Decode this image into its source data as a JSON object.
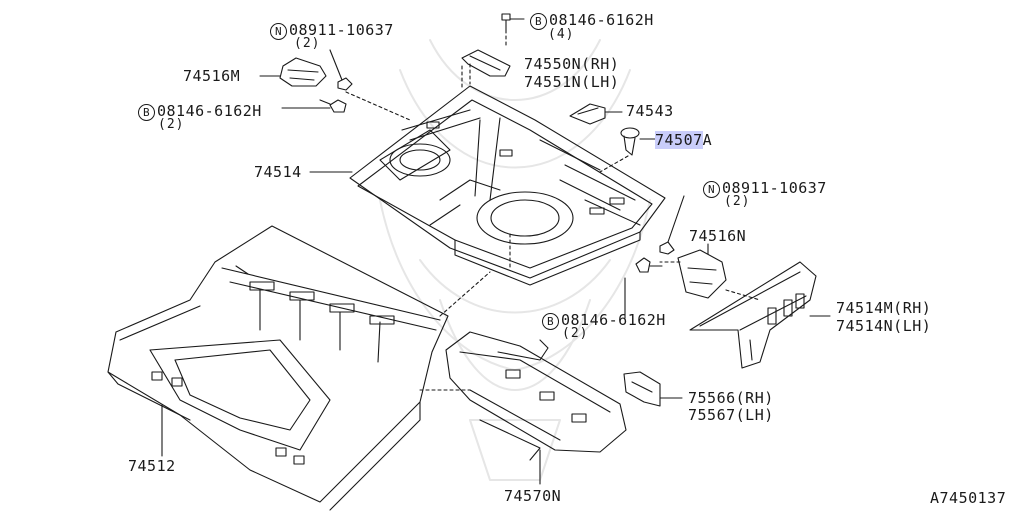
{
  "diagram_code": "A7450137",
  "highlight_color": "#c9cdfa",
  "line_color": "#1a1a1a",
  "callouts": {
    "bolt_top": {
      "symbol": "B",
      "part": "08146-6162H",
      "qty": "(4)"
    },
    "nut_left": {
      "symbol": "N",
      "part": "08911-10637",
      "qty": "(2)"
    },
    "bolt_left": {
      "symbol": "B",
      "part": "08146-6162H",
      "qty": "(2)"
    },
    "nut_right": {
      "symbol": "N",
      "part": "08911-10637",
      "qty": "(2)"
    },
    "bolt_right": {
      "symbol": "B",
      "part": "08146-6162H",
      "qty": "(2)"
    }
  },
  "parts": {
    "p74516M": "74516M",
    "p74550N": "74550N(RH)",
    "p74551N": "74551N(LH)",
    "p74543": "74543",
    "p74507_main": "74507",
    "p74507_suffix": "A",
    "p74514": "74514",
    "p74516N": "74516N",
    "p74514M": "74514M(RH)",
    "p74514N": "74514N(LH)",
    "p75566": "75566(RH)",
    "p75567": "75567(LH)",
    "p74512": "74512",
    "p74570N": "74570N"
  }
}
